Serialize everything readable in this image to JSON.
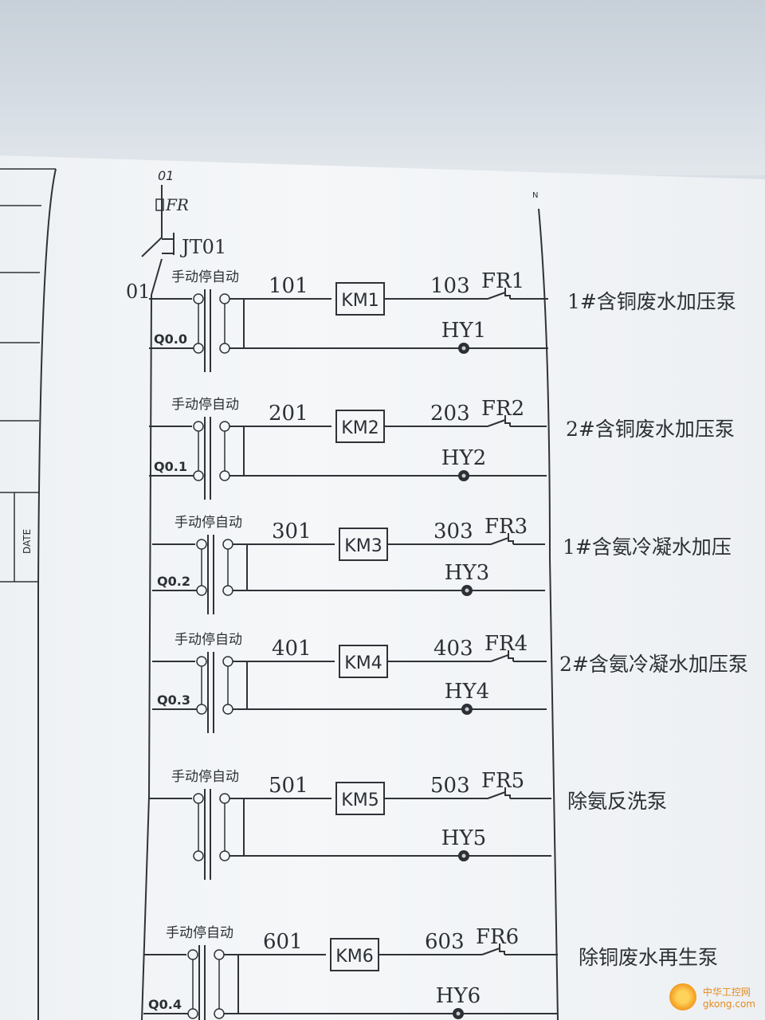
{
  "header": {
    "top_node": "01",
    "fuse_label": "FR",
    "switch_label": "JT01",
    "neutral_label": "N",
    "left_node": "01",
    "date_label": "DATE"
  },
  "rungs": [
    {
      "selector": "手动停自动",
      "wire_in": "101",
      "contactor": "KM1",
      "wire_out": "103",
      "relay": "FR1",
      "lamp": "HY1",
      "plc": "Q0.0",
      "description": "1#含铜废水加压泵"
    },
    {
      "selector": "手动停自动",
      "wire_in": "201",
      "contactor": "KM2",
      "wire_out": "203",
      "relay": "FR2",
      "lamp": "HY2",
      "plc": "Q0.1",
      "description": "2#含铜废水加压泵"
    },
    {
      "selector": "手动停自动",
      "wire_in": "301",
      "contactor": "KM3",
      "wire_out": "303",
      "relay": "FR3",
      "lamp": "HY3",
      "plc": "Q0.2",
      "description": "1#含氨冷凝水加压"
    },
    {
      "selector": "手动停自动",
      "wire_in": "401",
      "contactor": "KM4",
      "wire_out": "403",
      "relay": "FR4",
      "lamp": "HY4",
      "plc": "Q0.3",
      "description": "2#含氨冷凝水加压泵"
    },
    {
      "selector": "手动停自动",
      "wire_in": "501",
      "contactor": "KM5",
      "wire_out": "503",
      "relay": "FR5",
      "lamp": "HY5",
      "plc": "",
      "description": "除氨反洗泵"
    },
    {
      "selector": "手动停自动",
      "wire_in": "601",
      "contactor": "KM6",
      "wire_out": "603",
      "relay": "FR6",
      "lamp": "HY6",
      "plc": "Q0.4",
      "description": "除铜废水再生泵"
    }
  ],
  "watermark": {
    "brand": "中华工控网",
    "site": "gkong.com"
  },
  "colors": {
    "ink": "#2f3338",
    "paper": "#f2f4f6",
    "watermark": "#e38b1c"
  }
}
